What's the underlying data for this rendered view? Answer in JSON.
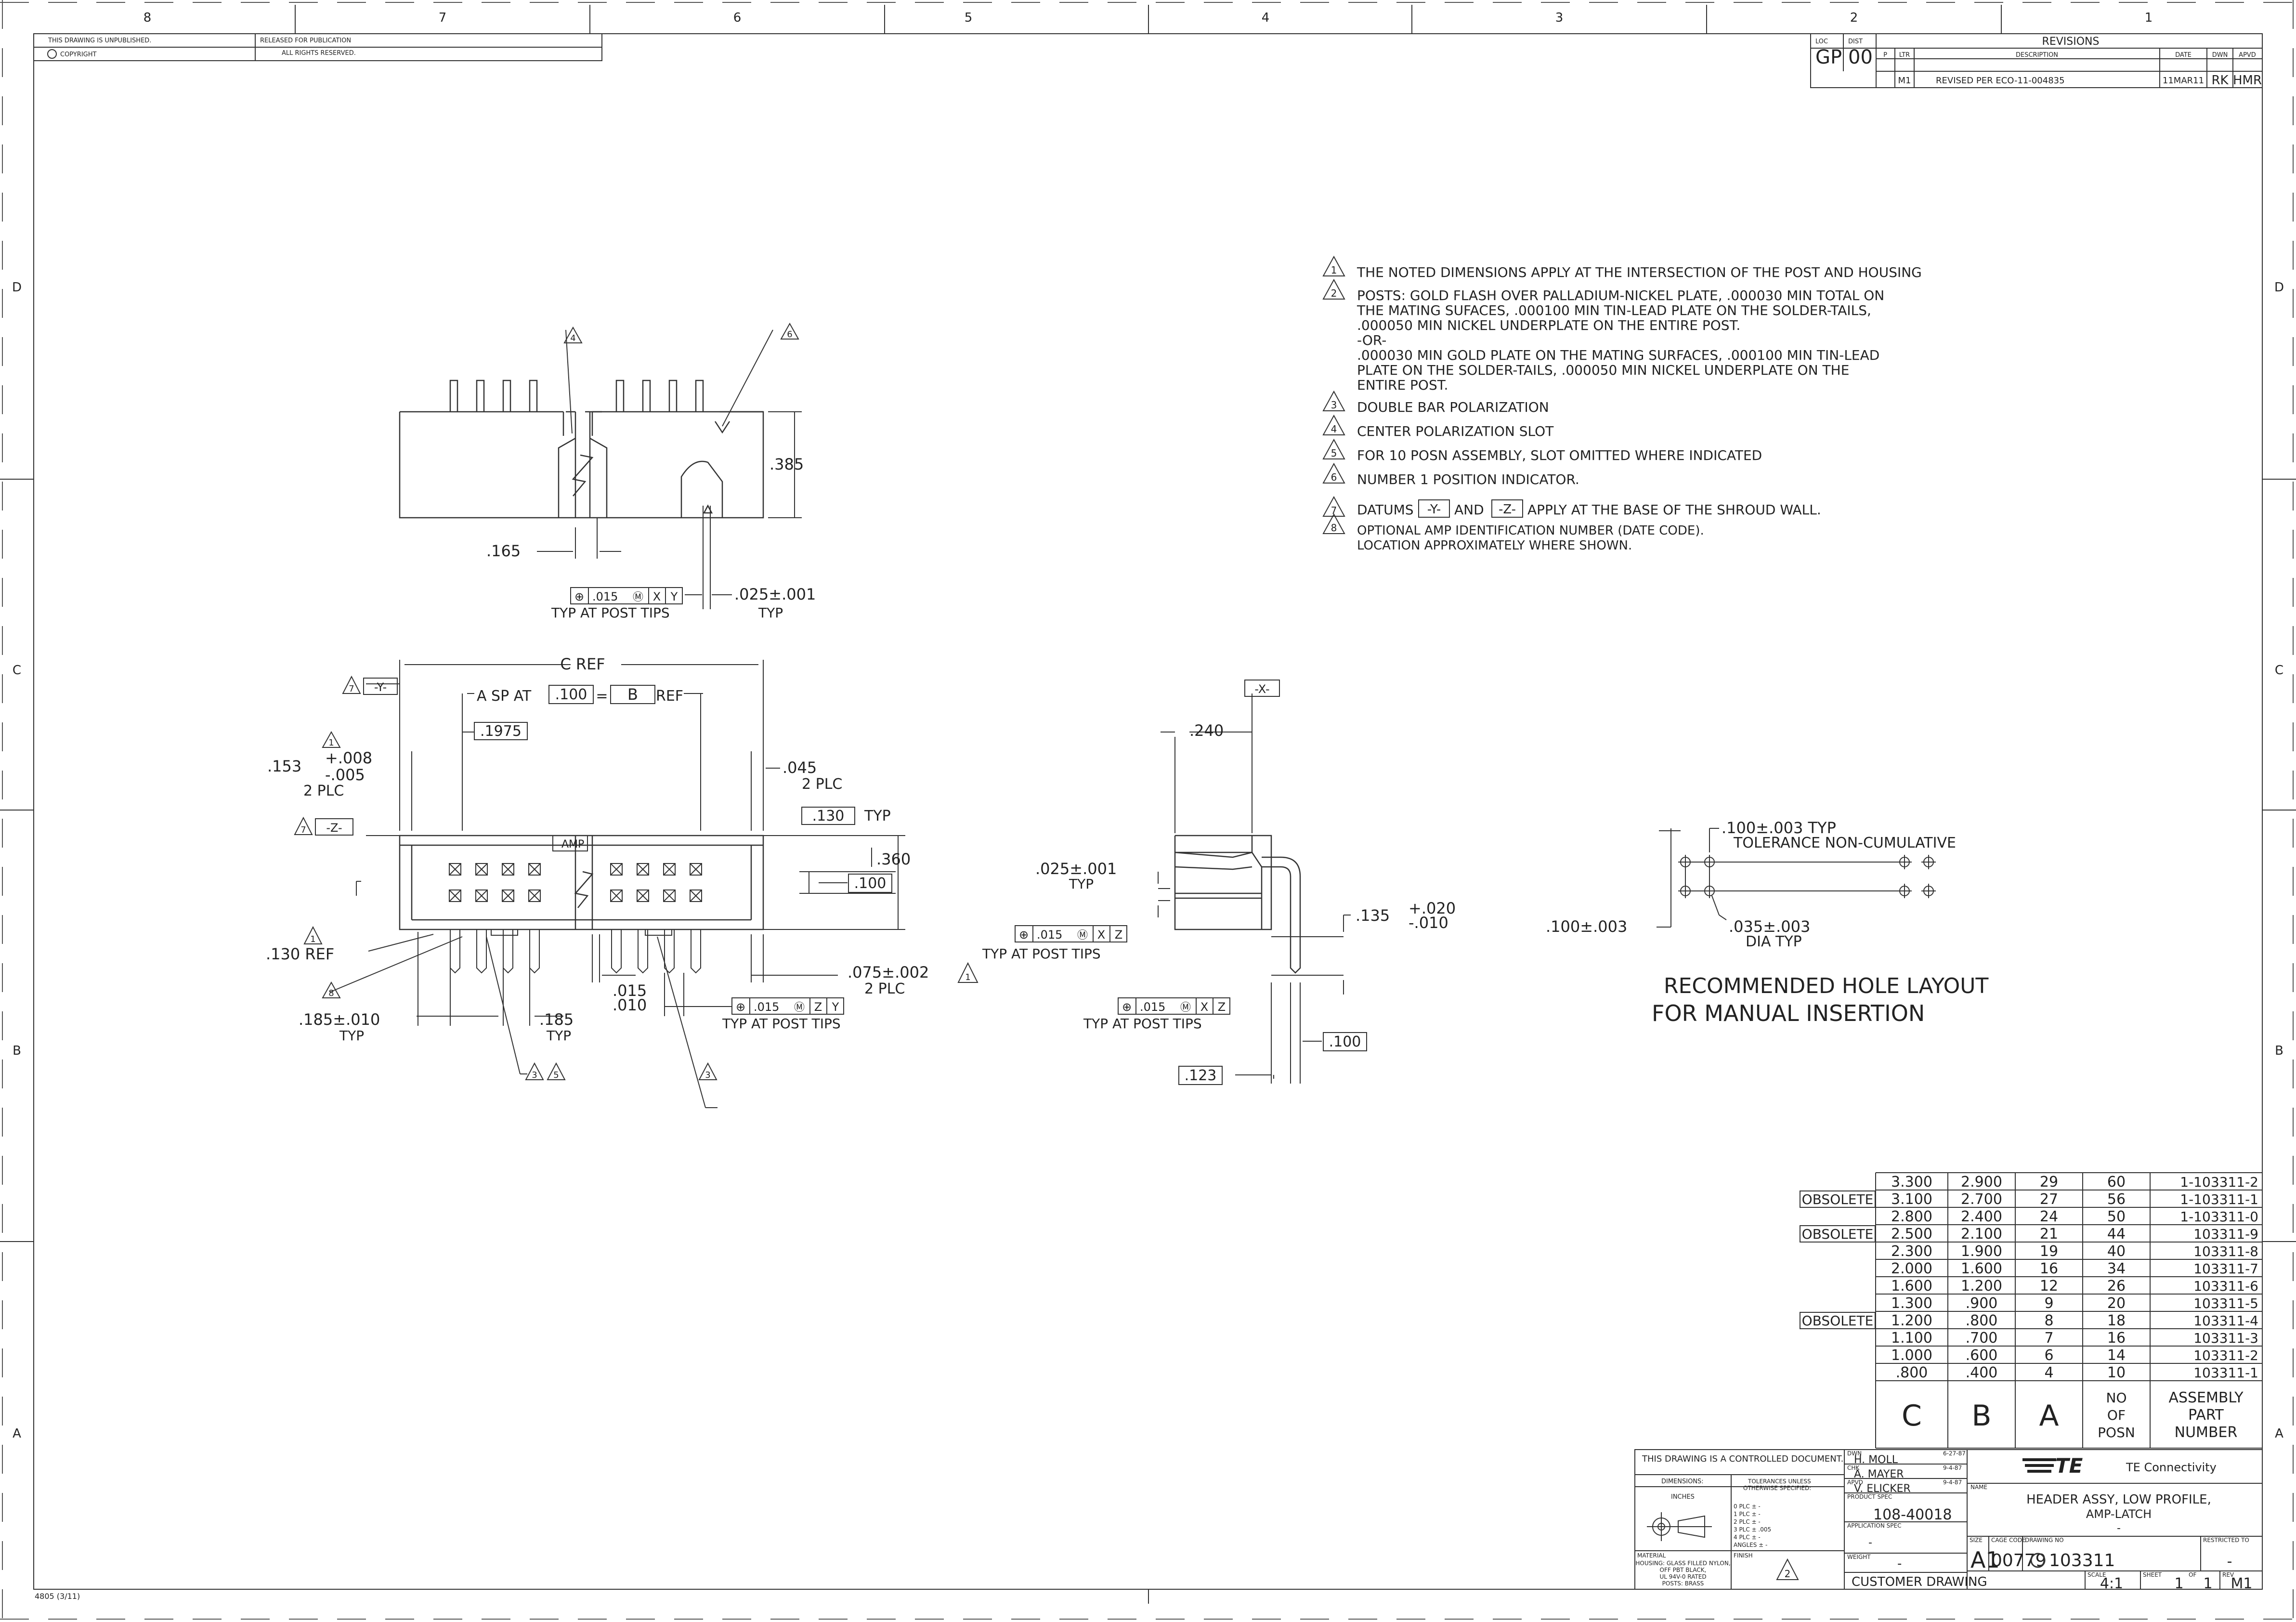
{
  "border": {
    "col_labels": [
      "8",
      "7",
      "6",
      "5",
      "4",
      "3",
      "2",
      "1"
    ],
    "row_labels": [
      "D",
      "C",
      "B",
      "A"
    ]
  },
  "title_strip": {
    "unpublished": "THIS DRAWING IS UNPUBLISHED.",
    "released": "RELEASED FOR PUBLICATION",
    "copyright": "COPYRIGHT",
    "rights": "ALL RIGHTS RESERVED."
  },
  "revisions": {
    "heading": "REVISIONS",
    "loc_label": "LOC",
    "loc": "GP",
    "dist_label": "DIST",
    "dist": "00",
    "headers": [
      "P",
      "LTR",
      "DESCRIPTION",
      "DATE",
      "DWN",
      "APVD"
    ],
    "row": {
      "ltr": "M1",
      "description": "REVISED PER ECO-11-004835",
      "date": "11MAR11",
      "dwn": "RK",
      "apvd": "HMR"
    }
  },
  "notes": [
    {
      "num": "1",
      "text": [
        "THE NOTED DIMENSIONS APPLY AT THE INTERSECTION OF THE POST AND HOUSING"
      ]
    },
    {
      "num": "2",
      "text": [
        "POSTS: GOLD FLASH OVER PALLADIUM-NICKEL PLATE, .000030 MIN TOTAL ON",
        "THE MATING SUFACES, .000100 MIN TIN-LEAD PLATE ON THE SOLDER-TAILS,",
        ".000050 MIN NICKEL UNDERPLATE ON THE ENTIRE POST.",
        "-OR-",
        ".000030 MIN GOLD PLATE ON THE MATING SURFACES, .000100 MIN TIN-LEAD",
        "PLATE ON THE SOLDER-TAILS, .000050 MIN NICKEL UNDERPLATE ON THE",
        "ENTIRE POST."
      ]
    },
    {
      "num": "3",
      "text": [
        "DOUBLE BAR POLARIZATION"
      ]
    },
    {
      "num": "4",
      "text": [
        "CENTER POLARIZATION SLOT"
      ]
    },
    {
      "num": "5",
      "text": [
        "FOR 10 POSN ASSEMBLY, SLOT OMITTED WHERE INDICATED"
      ]
    },
    {
      "num": "6",
      "text": [
        "NUMBER 1 POSITION INDICATOR."
      ]
    },
    {
      "num": "8",
      "text": [
        "OPTIONAL AMP IDENTIFICATION NUMBER (DATE CODE).",
        "LOCATION APPROXIMATELY WHERE SHOWN."
      ]
    }
  ],
  "note7": {
    "num": "7",
    "pre": "DATUMS",
    "d1": "-Y-",
    "mid": "AND",
    "d2": "-Z-",
    "post": "APPLY AT THE BASE OF THE SHROUD WALL."
  },
  "top_view": {
    "flag4": "4",
    "flag6": "6",
    "dim_385": ".385",
    "dim_165": ".165",
    "fcf": {
      "sym": "⊕",
      "tol": ".015",
      "mod": "Ⓜ",
      "d1": "X",
      "d2": "Y"
    },
    "typ_post": "TYP AT POST TIPS",
    "dim_025": ".025±.001",
    "typ": "TYP"
  },
  "front_view": {
    "c_ref": "C REF",
    "a_sp": "A SP AT",
    "pitch": ".100",
    "eq": "=",
    "b": "B",
    "ref": "REF",
    "d_1975": ".1975",
    "d_153": ".153",
    "tol_plus": "+.008",
    "tol_minus": "-.005",
    "two_plc": "2 PLC",
    "d_045": ".045",
    "d_130typ": ".130",
    "typ": "TYP",
    "d_360": ".360",
    "d_100": ".100",
    "datum_y": "-Y-",
    "datum_z": "-Z-",
    "flag7a": "7",
    "flag7b": "7",
    "flag1a": "1",
    "flag1b": "1",
    "flag8": "8",
    "d_130ref": ".130 REF",
    "d_075": ".075±.002",
    "d_015": ".015",
    "d_010": ".010",
    "fcf": {
      "sym": "⊕",
      "tol": ".015",
      "mod": "Ⓜ",
      "d1": "Z",
      "d2": "Y"
    },
    "typ_post": "TYP AT POST TIPS",
    "d_185tol": ".185±.010",
    "d_185": ".185",
    "flag3a": "3",
    "flag5": "5",
    "flag3b": "3",
    "amp": "AMP"
  },
  "side_view": {
    "datum_x": "-X-",
    "d_240": ".240",
    "d_025": ".025±.001",
    "typ": "TYP",
    "fcf1": {
      "sym": "⊕",
      "tol": ".015",
      "mod": "Ⓜ",
      "d1": "X",
      "d2": "Z"
    },
    "typ_post1": "TYP AT POST TIPS",
    "d_135": ".135",
    "tol_plus": "+.020",
    "tol_minus": "-.010",
    "fcf2": {
      "sym": "⊕",
      "tol": ".015",
      "mod": "Ⓜ",
      "d1": "X",
      "d2": "Z"
    },
    "typ_post2": "TYP AT POST TIPS",
    "d_100": ".100",
    "d_123": ".123"
  },
  "hole_layout": {
    "d_100tol": ".100±.003 TYP",
    "noncum": "TOLERANCE NON-CUMULATIVE",
    "d_100left": ".100±.003",
    "d_035": ".035±.003",
    "dia_typ": "DIA TYP",
    "caption1": "RECOMMENDED HOLE LAYOUT",
    "caption2": "FOR MANUAL INSERTION"
  },
  "table": {
    "rows": [
      {
        "obs": "",
        "c": "3.300",
        "b": "2.900",
        "a": "29",
        "posn": "60",
        "pn": "1-103311-2"
      },
      {
        "obs": "OBSOLETE",
        "c": "3.100",
        "b": "2.700",
        "a": "27",
        "posn": "56",
        "pn": "1-103311-1"
      },
      {
        "obs": "",
        "c": "2.800",
        "b": "2.400",
        "a": "24",
        "posn": "50",
        "pn": "1-103311-0"
      },
      {
        "obs": "OBSOLETE",
        "c": "2.500",
        "b": "2.100",
        "a": "21",
        "posn": "44",
        "pn": "103311-9"
      },
      {
        "obs": "",
        "c": "2.300",
        "b": "1.900",
        "a": "19",
        "posn": "40",
        "pn": "103311-8"
      },
      {
        "obs": "",
        "c": "2.000",
        "b": "1.600",
        "a": "16",
        "posn": "34",
        "pn": "103311-7"
      },
      {
        "obs": "",
        "c": "1.600",
        "b": "1.200",
        "a": "12",
        "posn": "26",
        "pn": "103311-6"
      },
      {
        "obs": "",
        "c": "1.300",
        "b": ".900",
        "a": "9",
        "posn": "20",
        "pn": "103311-5"
      },
      {
        "obs": "OBSOLETE",
        "c": "1.200",
        "b": ".800",
        "a": "8",
        "posn": "18",
        "pn": "103311-4"
      },
      {
        "obs": "",
        "c": "1.100",
        "b": ".700",
        "a": "7",
        "posn": "16",
        "pn": "103311-3"
      },
      {
        "obs": "",
        "c": "1.000",
        "b": ".600",
        "a": "6",
        "posn": "14",
        "pn": "103311-2"
      },
      {
        "obs": "",
        "c": ".800",
        "b": ".400",
        "a": "4",
        "posn": "10",
        "pn": "103311-1"
      }
    ],
    "h_c": "C",
    "h_b": "B",
    "h_a": "A",
    "h_posn": [
      "NO",
      "OF",
      "POSN"
    ],
    "h_pn": [
      "ASSEMBLY",
      "PART",
      "NUMBER"
    ]
  },
  "title_block": {
    "controlled": "THIS DRAWING IS A CONTROLLED DOCUMENT.",
    "dimensions": "DIMENSIONS:",
    "inches": "INCHES",
    "tol_unless": "TOLERANCES UNLESS",
    "tol_otherwise": "OTHERWISE SPECIFIED:",
    "plc": [
      "0 PLC ± -",
      "1 PLC ± -",
      "2 PLC ± -",
      "3 PLC ± .005",
      "4 PLC ± -",
      "ANGLES ± -"
    ],
    "material_label": "MATERIAL",
    "material": [
      "HOUSING: GLASS FILLED NYLON,",
      "OFF PBT BLACK,",
      "UL 94V-0 RATED",
      "POSTS: BRASS"
    ],
    "finish_label": "FINISH",
    "finish_flag": "2",
    "dwn_label": "DWN",
    "dwn": "H. MOLL",
    "dwn_date": "6-27-87",
    "chk_label": "CHK",
    "chk": "A. MAYER",
    "chk_date": "9-4-87",
    "apvd_label": "APVD",
    "apvd": "V. ELICKER",
    "apvd_date": "9-4-87",
    "product_spec_label": "PRODUCT SPEC",
    "product_spec": "108-40018",
    "app_spec_label": "APPLICATION SPEC",
    "app_spec": "-",
    "weight_label": "WEIGHT",
    "weight": "-",
    "company": "TE Connectivity",
    "logo": "TE",
    "name_label": "NAME",
    "name1": "HEADER ASSY, LOW PROFILE,",
    "name2": "AMP-LATCH",
    "name3": "-",
    "size_label": "SIZE",
    "size": "A1",
    "cage_label": "CAGE CODE",
    "cage": "00779",
    "dwg_label": "DRAWING NO",
    "dwg": "103311",
    "restricted_label": "RESTRICTED TO",
    "restricted": "-",
    "customer": "CUSTOMER DRAWING",
    "scale_label": "SCALE",
    "scale": "4:1",
    "sheet_label": "SHEET",
    "sheet": "1",
    "of_label": "OF",
    "of": "1",
    "rev_label": "REV",
    "rev": "M1"
  },
  "form_code": "4805 (3/11)"
}
